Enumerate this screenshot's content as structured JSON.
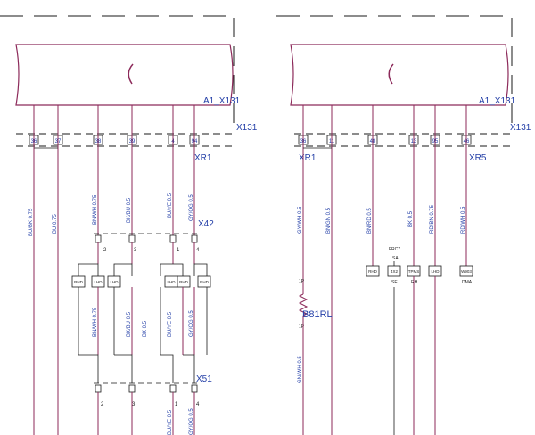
{
  "panels": [
    {
      "module_label": "A1_X131",
      "connector_label": "X131",
      "pins": [
        "36",
        "37",
        "38",
        "39",
        "4",
        "94"
      ],
      "wire_labels": [
        "BU/BK 0.75",
        "BU 0.75",
        "BN/WH 0.75",
        "BK/BU 0.5",
        "BU/YE 0.5",
        "GY/OG 0.5"
      ],
      "lower_wire_labels": [
        "BN/WH 0.75",
        "BK/BU 0.5",
        "BK 0.5",
        "BU/YE 0.5",
        "GY/OG 0.5"
      ],
      "tail_wire_labels": [
        "BU/YE 0.5",
        "GY/OG 0.5"
      ],
      "xr_label": "XR1",
      "x42": {
        "label": "X42",
        "pins": [
          "2",
          "3",
          "1",
          "4"
        ]
      },
      "x51": {
        "label": "X51",
        "pins": [
          "2",
          "3",
          "1",
          "4"
        ]
      },
      "option_boxes": [
        "RHD",
        "LHD",
        "LHD",
        "LHD",
        "RHD",
        "RHD"
      ]
    },
    {
      "module_label": "A1_X131",
      "connector_label": "X131",
      "pins": [
        "36",
        "11",
        "48",
        "13",
        "95",
        "46"
      ],
      "wire_labels": [
        "GY/WH 0.5",
        "BN/GN 0.5",
        "BN/RD 0.5",
        "BK 0.5",
        "RD/BN 0.75",
        "RD/WH 0.5"
      ],
      "lower_wire_labels": [
        "GN/WH 0.5"
      ],
      "xr_label_left": "XR1",
      "xr_label_right": "XR5",
      "component": {
        "label": "B81RL",
        "pin_top": "1P",
        "pin_bottom": "1P"
      },
      "option_boxes": [
        "RHD",
        "4X2",
        "TPMS",
        "LHD",
        "W903"
      ],
      "option_notes": {
        "frc_top": "FRC7",
        "frc_top2": "SA",
        "box_4x2_below": "SE",
        "tpms_below": "RH",
        "w903_below": "DMA"
      }
    }
  ],
  "colors": {
    "wire": "#8c2a5a",
    "line": "#1a1a1a",
    "text": "#2540a8"
  }
}
